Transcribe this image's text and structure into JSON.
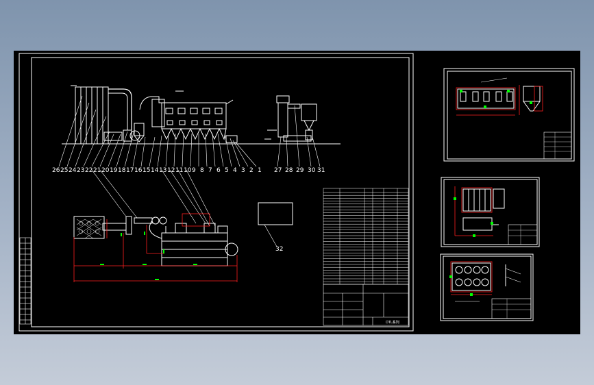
{
  "colors": {
    "background_top": "#7f94ad",
    "canvas": "#000000",
    "line": "#ffffff",
    "dimension": "#ff2020",
    "highlight": "#00ff00"
  },
  "main_drawing": {
    "part_labels_top": [
      "26",
      "25",
      "24",
      "23",
      "22",
      "21",
      "20",
      "19",
      "18",
      "17",
      "16",
      "15",
      "14",
      "13",
      "12",
      "11",
      "10",
      "9",
      "8",
      "7",
      "6",
      "5",
      "4",
      "3",
      "2",
      "1"
    ],
    "part_labels_right": [
      "27",
      "28",
      "29",
      "30",
      "31"
    ],
    "callout_label": "32",
    "title_block": {
      "drawing_code": "DTL系列"
    }
  }
}
